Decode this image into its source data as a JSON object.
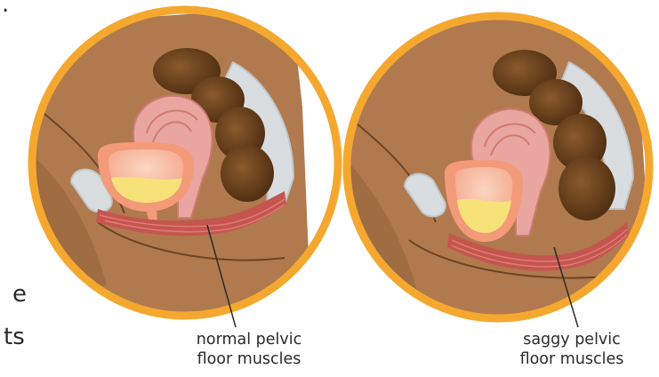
{
  "edge_text": {
    "top": ".",
    "mid": "e",
    "bottom": "ts"
  },
  "panels": [
    {
      "caption_line1": "normal pelvic",
      "caption_line2": "floor muscles"
    },
    {
      "caption_line1": "saggy pelvic",
      "caption_line2": "floor muscles"
    }
  ],
  "colors": {
    "ring": "#f5a82f",
    "skin": "#b07a4e",
    "skin_dark": "#8a5a36",
    "bowel": "#6b3f1c",
    "bone": "#d9dde0",
    "uterus": "#e9a6a0",
    "bladder_wall": "#f39a79",
    "urine": "#f7e27a",
    "muscle": "#c4564f"
  }
}
